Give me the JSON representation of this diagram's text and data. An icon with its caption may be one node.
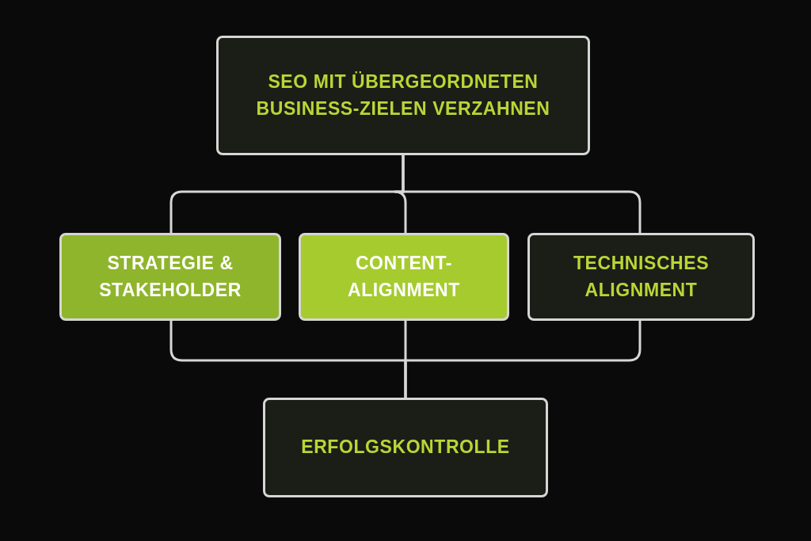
{
  "diagram": {
    "nodes": [
      {
        "text": [
          "SEO MIT ÜBERGEORDNETEN BUSINESS-ZIELEN VERZAHNEN"
        ]
      },
      {
        "text": [
          "STRATEGIE & STAKEHOLDER"
        ]
      },
      {
        "text": [
          "CONTENT-ALIGNMENT"
        ]
      },
      {
        "text": [
          "TECHNISCHES ALIGNMENT"
        ]
      },
      {
        "text": [
          "ERFOLGSKONTROLLE"
        ]
      }
    ],
    "edges": [
      {
        "from": 0,
        "to": 1,
        "arrow": "none"
      },
      {
        "from": 0,
        "to": 2,
        "arrow": "none"
      },
      {
        "from": 0,
        "to": 3,
        "arrow": "none"
      },
      {
        "from": 1,
        "to": 4,
        "arrow": "none"
      },
      {
        "from": 2,
        "to": 4,
        "arrow": "none"
      },
      {
        "from": 3,
        "to": 4,
        "arrow": "none"
      }
    ]
  }
}
